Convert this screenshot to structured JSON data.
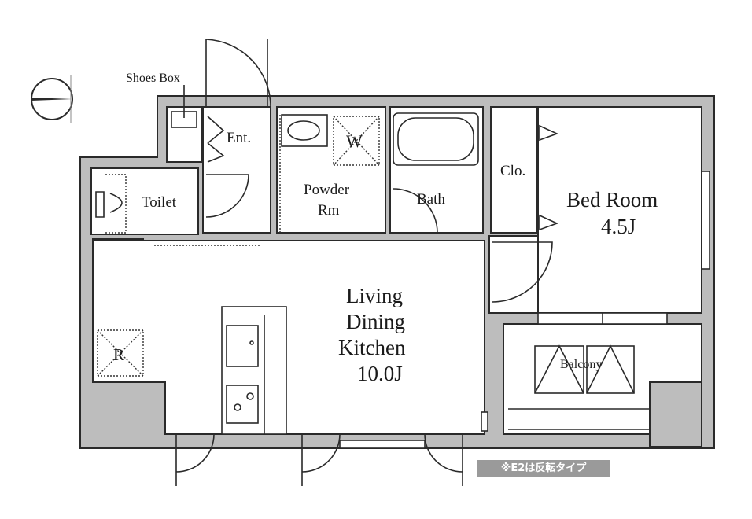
{
  "rooms": {
    "shoes_box": "Shoes Box",
    "entrance": "Ent.",
    "toilet": "Toilet",
    "washer": "W",
    "powder_room": [
      "Powder",
      "Rm"
    ],
    "bath": "Bath",
    "closet": "Clo.",
    "bedroom": {
      "name": "Bed Room",
      "size": "4.5J"
    },
    "ldk": {
      "lines": [
        "Living",
        "Dining",
        "Kitchen"
      ],
      "size": "10.0J"
    },
    "refrigerator": "R",
    "balcony": "Balcony"
  },
  "note": "※E2は反転タイプ",
  "colors": {
    "wall": "#bdbdbd",
    "line": "#2a2a2a",
    "note_bg": "#9a9a9a"
  }
}
